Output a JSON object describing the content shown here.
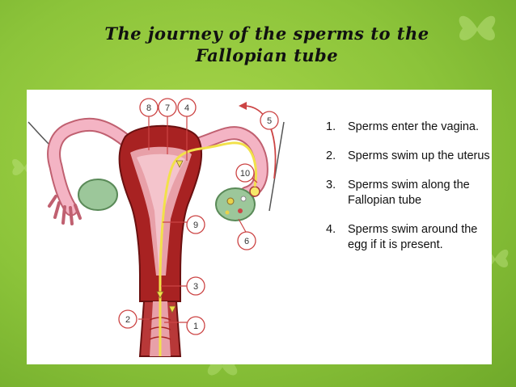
{
  "slide": {
    "title_line1": "The journey of the sperms to the",
    "title_line2": "Fallopian tube",
    "background_color": "#8cc43a"
  },
  "steps": [
    {
      "number": "1.",
      "text": "Sperms enter the vagina."
    },
    {
      "number": "2.",
      "text": "Sperms swim up the uterus"
    },
    {
      "number": "3.",
      "text": "Sperms swim along the Fallopian tube"
    },
    {
      "number": "4.",
      "text": "Sperms swim around the egg if it is present."
    }
  ],
  "diagram": {
    "callouts": [
      "1",
      "2",
      "3",
      "4",
      "5",
      "6",
      "7",
      "8",
      "9",
      "10"
    ],
    "colors": {
      "tissue": "#a82222",
      "lining": "#e8a0a8",
      "tube": "#f4b4c4",
      "ovary": "#9cc79a",
      "path": "#f2e14a"
    }
  }
}
